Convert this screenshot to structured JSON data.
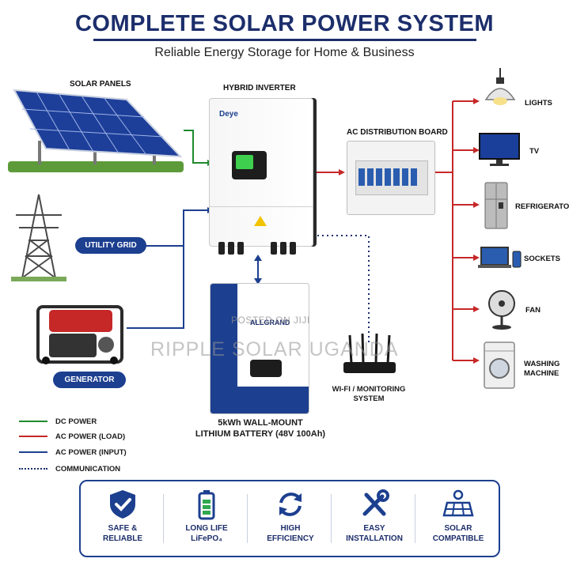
{
  "header": {
    "title": "COMPLETE SOLAR POWER SYSTEM",
    "subtitle": "Reliable Energy Storage for Home & Business"
  },
  "components": {
    "solar_panels": "SOLAR PANELS",
    "hybrid_inverter": "HYBRID INVERTER",
    "inverter_brand": "Deye",
    "utility_grid": "UTILITY GRID",
    "generator": "GENERATOR",
    "ac_board": "AC DISTRIBUTION BOARD",
    "wifi_line1": "WI-FI / MONITORING",
    "wifi_line2": "SYSTEM",
    "battery_brand": "ALLGRAND",
    "battery_line1": "5kWh WALL-MOUNT",
    "battery_line2": "LITHIUM BATTERY (48V 100Ah)"
  },
  "loads": [
    "LIGHTS",
    "TV",
    "REFRIGERATOR",
    "SOCKETS",
    "FAN",
    "WASHING MACHINE"
  ],
  "legend": [
    {
      "label": "DC POWER",
      "color": "#1f8a2e",
      "style": "solid"
    },
    {
      "label": "AC POWER (LOAD)",
      "color": "#c62828",
      "style": "solid"
    },
    {
      "label": "AC POWER (INPUT)",
      "color": "#1c3f8f",
      "style": "solid"
    },
    {
      "label": "COMMUNICATION",
      "color": "#1c2e6b",
      "style": "dotted"
    }
  ],
  "features": [
    {
      "line1": "SAFE &",
      "line2": "RELIABLE",
      "icon": "shield-check-icon"
    },
    {
      "line1": "LONG LIFE",
      "line2": "LiFePO₄",
      "icon": "battery-icon"
    },
    {
      "line1": "HIGH",
      "line2": "EFFICIENCY",
      "icon": "cycle-arrows-icon"
    },
    {
      "line1": "EASY",
      "line2": "INSTALLATION",
      "icon": "tools-icon"
    },
    {
      "line1": "SOLAR",
      "line2": "COMPATIBLE",
      "icon": "solar-panel-icon"
    }
  ],
  "watermarks": {
    "top": "POSTED ON JIJI",
    "main": "RIPPLE SOLAR UGANDA"
  },
  "colors": {
    "navy": "#1c2e6b",
    "dc_green": "#1f8a2e",
    "ac_red": "#c62828",
    "input_blue": "#1c3f8f"
  }
}
